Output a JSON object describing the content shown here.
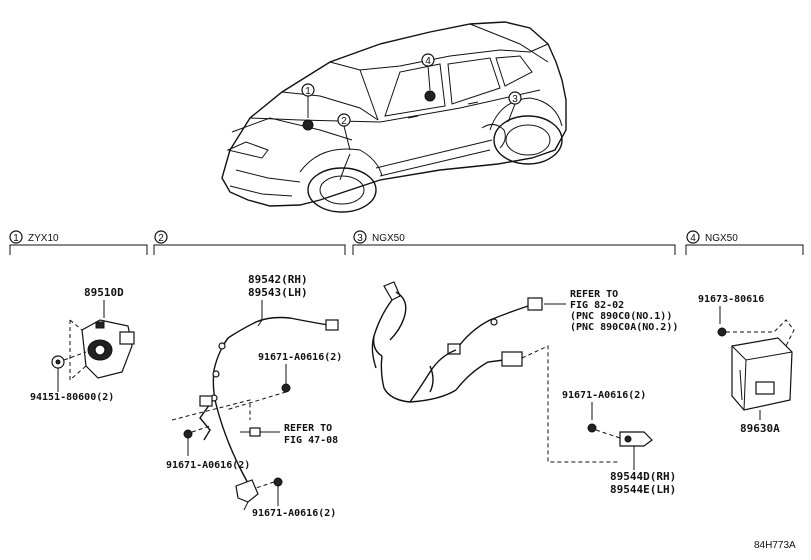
{
  "sections": [
    {
      "num": "1",
      "label": "ZYX10"
    },
    {
      "num": "2",
      "label": ""
    },
    {
      "num": "3",
      "label": "NGX50"
    },
    {
      "num": "4",
      "label": "NGX50"
    }
  ],
  "callouts": [
    "1",
    "2",
    "3",
    "4"
  ],
  "parts": {
    "p89510D": "89510D",
    "p94151": "94151-80600(2)",
    "p89542": "89542(RH)",
    "p89543": "89543(LH)",
    "p91671_a": "91671-A0616(2)",
    "p91671_b": "91671-A0616(2)",
    "p91671_c": "91671-A0616(2)",
    "p91671_d": "91671-A0616(2)",
    "p89544D": "89544D(RH)",
    "p89544E": "89544E(LH)",
    "p91673": "91673-80616",
    "p89630A": "89630A"
  },
  "refs": {
    "ref47_line1": "REFER TO",
    "ref47_line2": "FIG 47-08",
    "ref82_line1": "REFER TO",
    "ref82_line2": "FIG 82-02",
    "ref82_line3": "(PNC 890C0(NO.1))",
    "ref82_line4": "(PNC 890C0A(NO.2))"
  },
  "diagram_code": "84H773A"
}
